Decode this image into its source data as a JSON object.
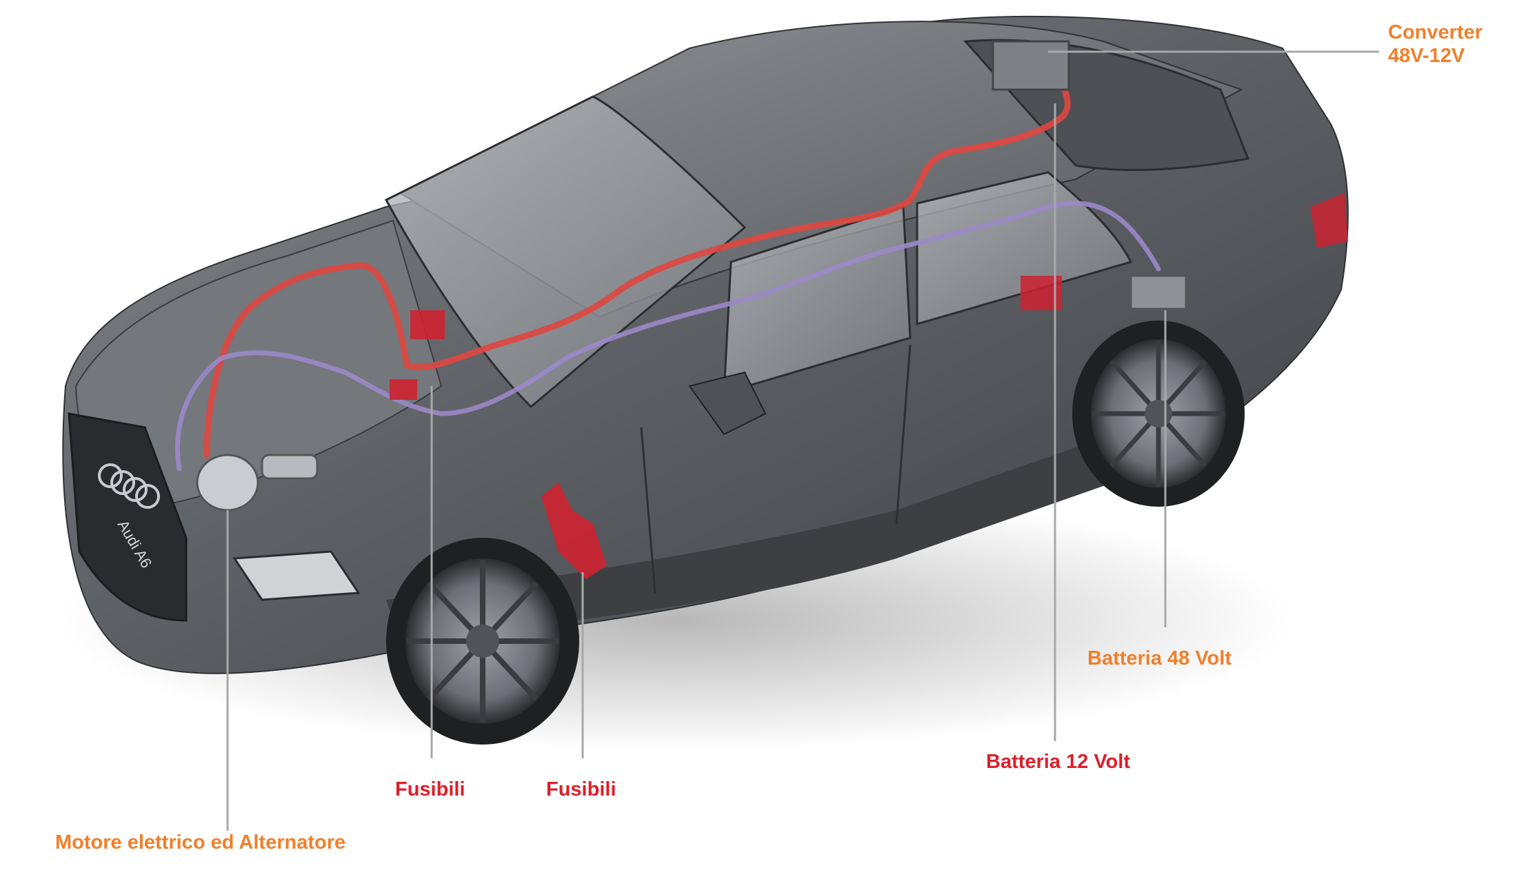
{
  "image": {
    "subject": "audi-a6-sedan-cutaway",
    "badge_text": "Audi A6"
  },
  "colors": {
    "label_orange": "#f07f2a",
    "label_red": "#dd1f2a",
    "leader_line": "#a8a8a8",
    "car_body": "#5b5e63",
    "cable_48v": "#e0463f",
    "cable_12v": "#9a88c9",
    "component_red": "#cf2230"
  },
  "labels": {
    "converter_line1": "Converter",
    "converter_line2": "48V-12V",
    "battery_48": "Batteria 48 Volt",
    "battery_12": "Batteria 12 Volt",
    "fuses_1": "Fusibili",
    "fuses_2": "Fusibili",
    "motor": "Motore elettrico ed Alternatore"
  }
}
